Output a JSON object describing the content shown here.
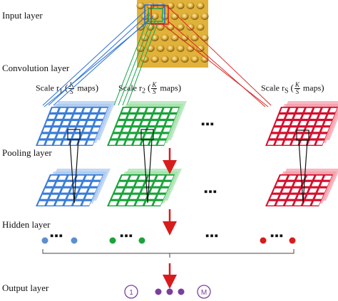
{
  "layers": {
    "input": "Input layer",
    "convolution": "Convolution layer",
    "pooling": "Pooling layer",
    "hidden": "Hidden layer",
    "output": "Output layer"
  },
  "scales": [
    {
      "prefix": "Scale r",
      "sub": "1",
      "frac_num": "K",
      "frac_den": "S",
      "suffix": "maps",
      "color": "#3b7dd8"
    },
    {
      "prefix": "Scale r",
      "sub": "2",
      "frac_num": "K",
      "frac_den": "S",
      "suffix": "maps",
      "color": "#1aa33a"
    },
    {
      "prefix": "Scale r",
      "sub": "S",
      "frac_num": "K",
      "frac_den": "S",
      "suffix": "maps",
      "color": "#d4102e"
    }
  ],
  "ellipsis": "▪▪▪",
  "output_nodes": {
    "first": "1",
    "last": "M"
  },
  "colors": {
    "input_image": "#e0b23a",
    "arrow": "#d81c1c",
    "node_purple": "#7a3f9c"
  }
}
